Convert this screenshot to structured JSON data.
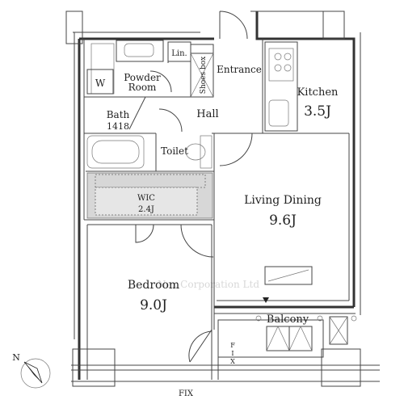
{
  "rooms": {
    "powder_room": "Powder\nRoom",
    "linen": "Lin.",
    "shoes_box": "Shoes box",
    "entrance": "Entrance",
    "kitchen": "Kitchen",
    "kitchen_size": "3.5J",
    "bath": "Bath",
    "bath_size": "1418",
    "hall": "Hall",
    "toilet": "Toilet",
    "wic": "WIC",
    "wic_size": "2.4J",
    "living_dining": "Living Dining",
    "living_dining_size": "9.6J",
    "bedroom": "Bedroom",
    "bedroom_size": "9.0J",
    "balcony": "Balcony"
  },
  "labels": {
    "washer": "W",
    "fix_bottom": "FIX",
    "fix_vertical": "F\nI\nX",
    "compass": "N",
    "watermark": "Nex Corporation Ltd"
  }
}
